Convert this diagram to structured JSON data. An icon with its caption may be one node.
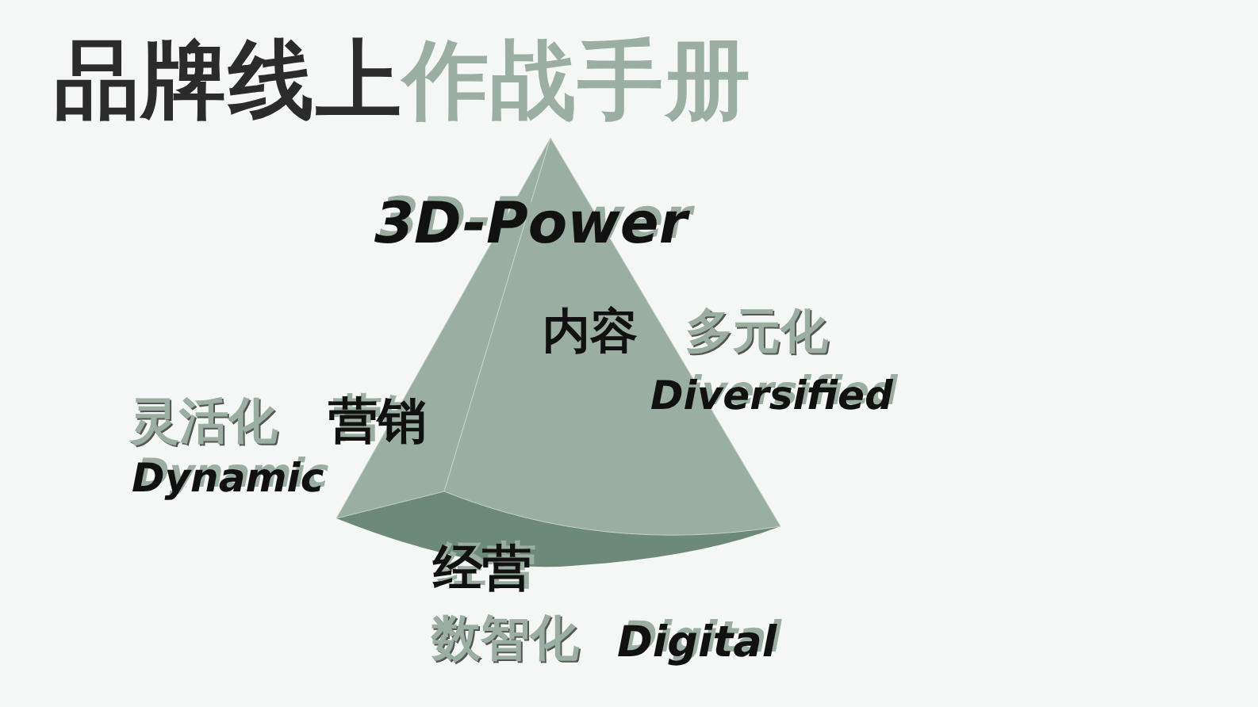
{
  "diagram": {
    "title": "品牌线上作战手册",
    "labels": [
      "3D-Power",
      "内容",
      "多元化",
      "Diversified",
      "灵活化",
      "营销",
      "Dynamic",
      "经营",
      "数智化",
      "Digital"
    ]
  }
}
